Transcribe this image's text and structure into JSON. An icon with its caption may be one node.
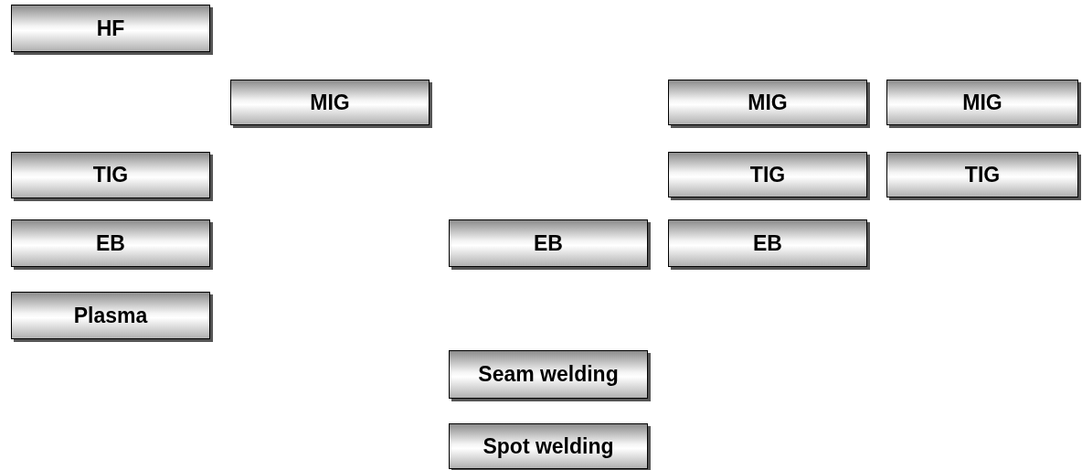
{
  "diagram": {
    "nodes": [
      {
        "text": [
          "HF"
        ]
      },
      {
        "text": [
          "MIG"
        ]
      },
      {
        "text": [
          "MIG"
        ]
      },
      {
        "text": [
          "MIG"
        ]
      },
      {
        "text": [
          "TIG"
        ]
      },
      {
        "text": [
          "TIG"
        ]
      },
      {
        "text": [
          "TIG"
        ]
      },
      {
        "text": [
          "EB"
        ]
      },
      {
        "text": [
          "EB"
        ]
      },
      {
        "text": [
          "EB"
        ]
      },
      {
        "text": [
          "Plasma"
        ]
      },
      {
        "text": [
          "Seam welding"
        ]
      },
      {
        "text": [
          "Spot welding"
        ]
      }
    ]
  }
}
